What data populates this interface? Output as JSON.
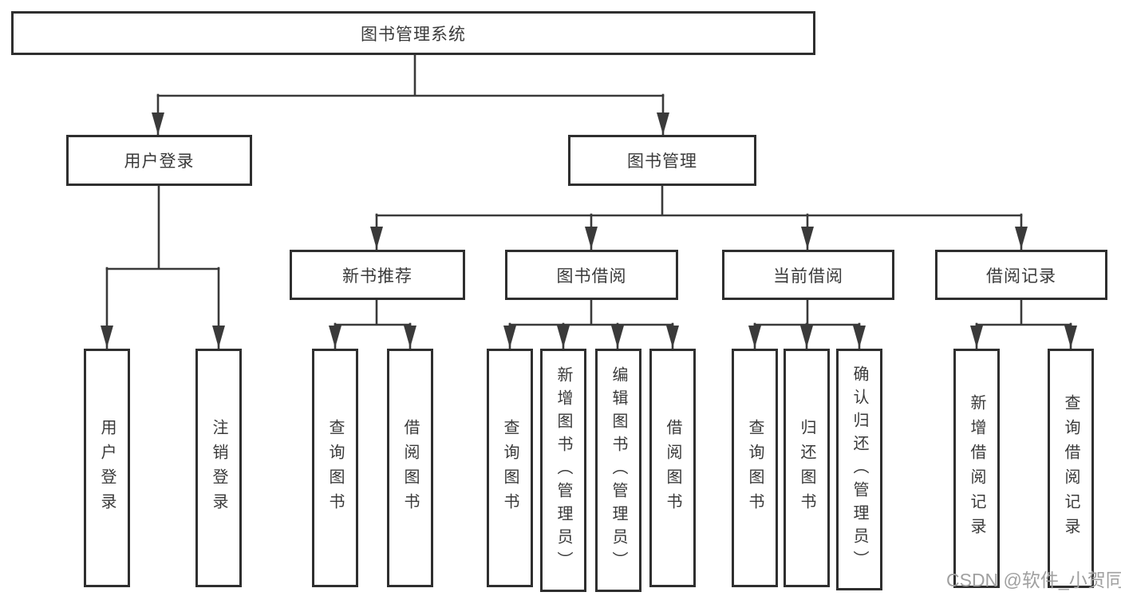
{
  "diagram": {
    "title": "图书管理系统",
    "nodes": {
      "root": "图书管理系统",
      "user_login": "用户登录",
      "book_management": "图书管理",
      "new_book_recommend": "新书推荐",
      "book_borrowing": "图书借阅",
      "current_borrowing": "当前借阅",
      "borrowing_records": "借阅记录",
      "leaf_user_login": "用户登录",
      "leaf_logout": "注销登录",
      "leaf_query_books_1": "查询图书",
      "leaf_borrow_books_1": "借阅图书",
      "leaf_query_books_2": "查询图书",
      "leaf_add_book_admin": "新增图书（管理员）",
      "leaf_edit_book_admin": "编辑图书（管理员）",
      "leaf_borrow_books_2": "借阅图书",
      "leaf_query_books_3": "查询图书",
      "leaf_return_books": "归还图书",
      "leaf_confirm_return_admin": "确认归还（管理员）",
      "leaf_add_borrow_record": "新增借阅记录",
      "leaf_query_borrow_record": "查询借阅记录"
    },
    "structure": {
      "root_children": [
        "user_login",
        "book_management"
      ],
      "user_login_children": [
        "leaf_user_login",
        "leaf_logout"
      ],
      "book_management_children": [
        "new_book_recommend",
        "book_borrowing",
        "current_borrowing",
        "borrowing_records"
      ],
      "new_book_recommend_children": [
        "leaf_query_books_1",
        "leaf_borrow_books_1"
      ],
      "book_borrowing_children": [
        "leaf_query_books_2",
        "leaf_add_book_admin",
        "leaf_edit_book_admin",
        "leaf_borrow_books_2"
      ],
      "current_borrowing_children": [
        "leaf_query_books_3",
        "leaf_return_books",
        "leaf_confirm_return_admin"
      ],
      "borrowing_records_children": [
        "leaf_add_borrow_record",
        "leaf_query_borrow_record"
      ]
    }
  },
  "watermark": "CSDN @软件_小贺同学",
  "colors": {
    "line": "#3a3a3a",
    "box_border": "#2f2f2f",
    "box_fill": "#ffffff",
    "text": "#3a3a3a",
    "watermark": "#a0a0a0",
    "background": "#ffffff"
  }
}
